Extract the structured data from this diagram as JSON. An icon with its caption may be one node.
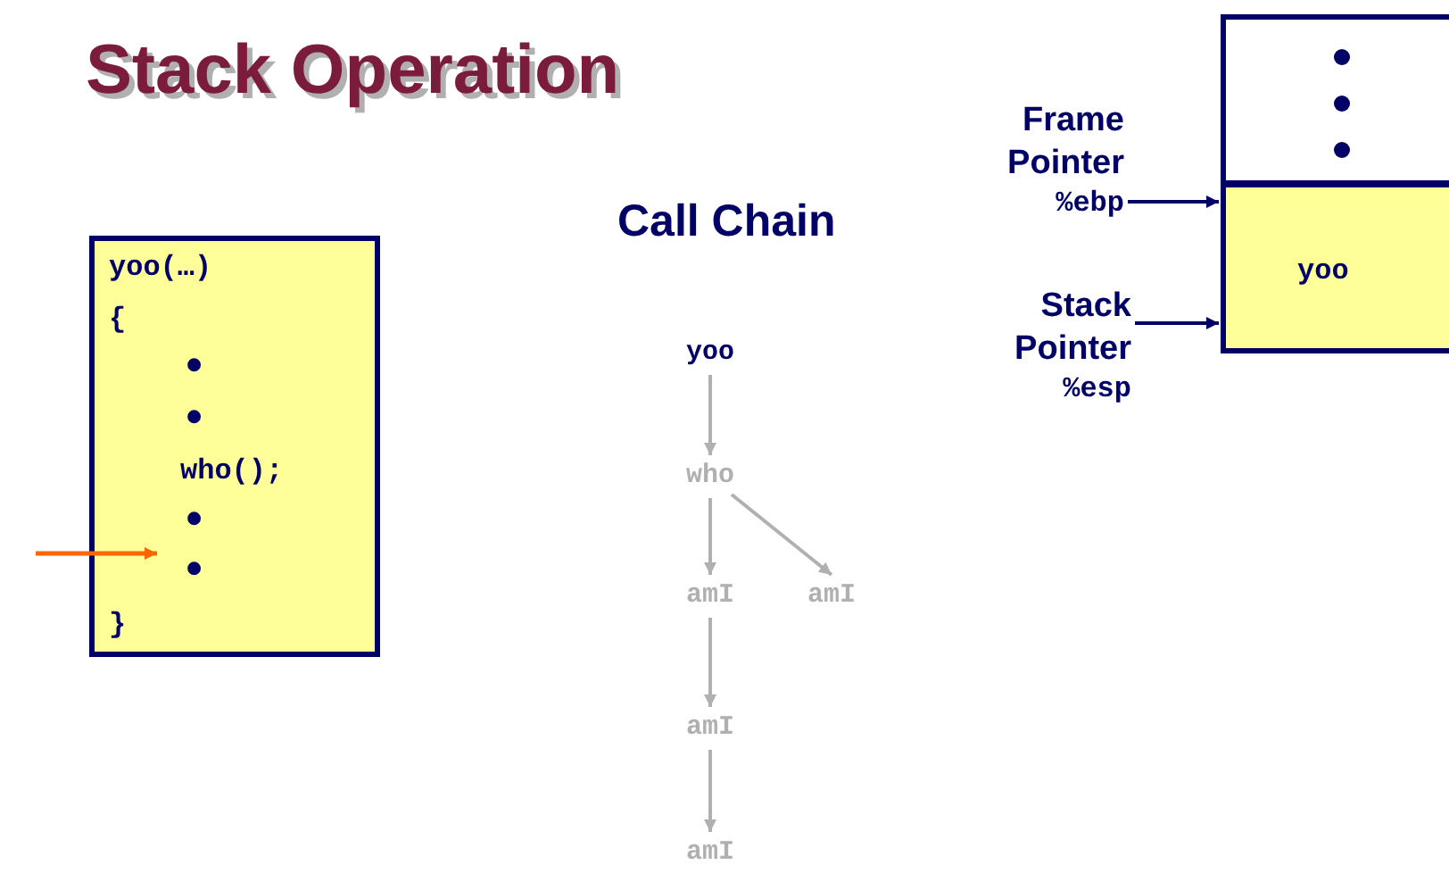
{
  "diagram": {
    "title": "Stack Operation",
    "nodes": [
      {
        "text": [
          "yoo(…)",
          "{",
          "•",
          "•",
          "who();",
          "•",
          "•",
          "}"
        ]
      },
      {
        "text": [
          "yoo"
        ]
      },
      {
        "text": [
          "who"
        ]
      },
      {
        "text": [
          "amI"
        ]
      },
      {
        "text": [
          "amI"
        ]
      },
      {
        "text": [
          "amI"
        ]
      },
      {
        "text": [
          "amI"
        ]
      },
      {
        "text": [],
        "shape": "box"
      },
      {
        "text": [
          "yoo"
        ]
      },
      {
        "text": [
          "Frame Pointer",
          "%ebp"
        ]
      },
      {
        "text": [
          "Stack Pointer",
          "%esp"
        ]
      }
    ],
    "edges": [
      {
        "from": null,
        "to": 0,
        "arrow": "to",
        "color": "#ff6600"
      },
      {
        "from": 1,
        "to": 2,
        "arrow": "to"
      },
      {
        "from": 2,
        "to": 3,
        "arrow": "to"
      },
      {
        "from": 2,
        "to": 4,
        "arrow": "to"
      },
      {
        "from": 3,
        "to": 5,
        "arrow": "to"
      },
      {
        "from": 5,
        "to": 6,
        "arrow": "to"
      },
      {
        "from": 9,
        "to": 8,
        "arrow": "to",
        "color": "#000066"
      },
      {
        "from": 10,
        "to": 8,
        "arrow": "to",
        "color": "#000066"
      }
    ],
    "labels": [
      "Call Chain"
    ]
  }
}
